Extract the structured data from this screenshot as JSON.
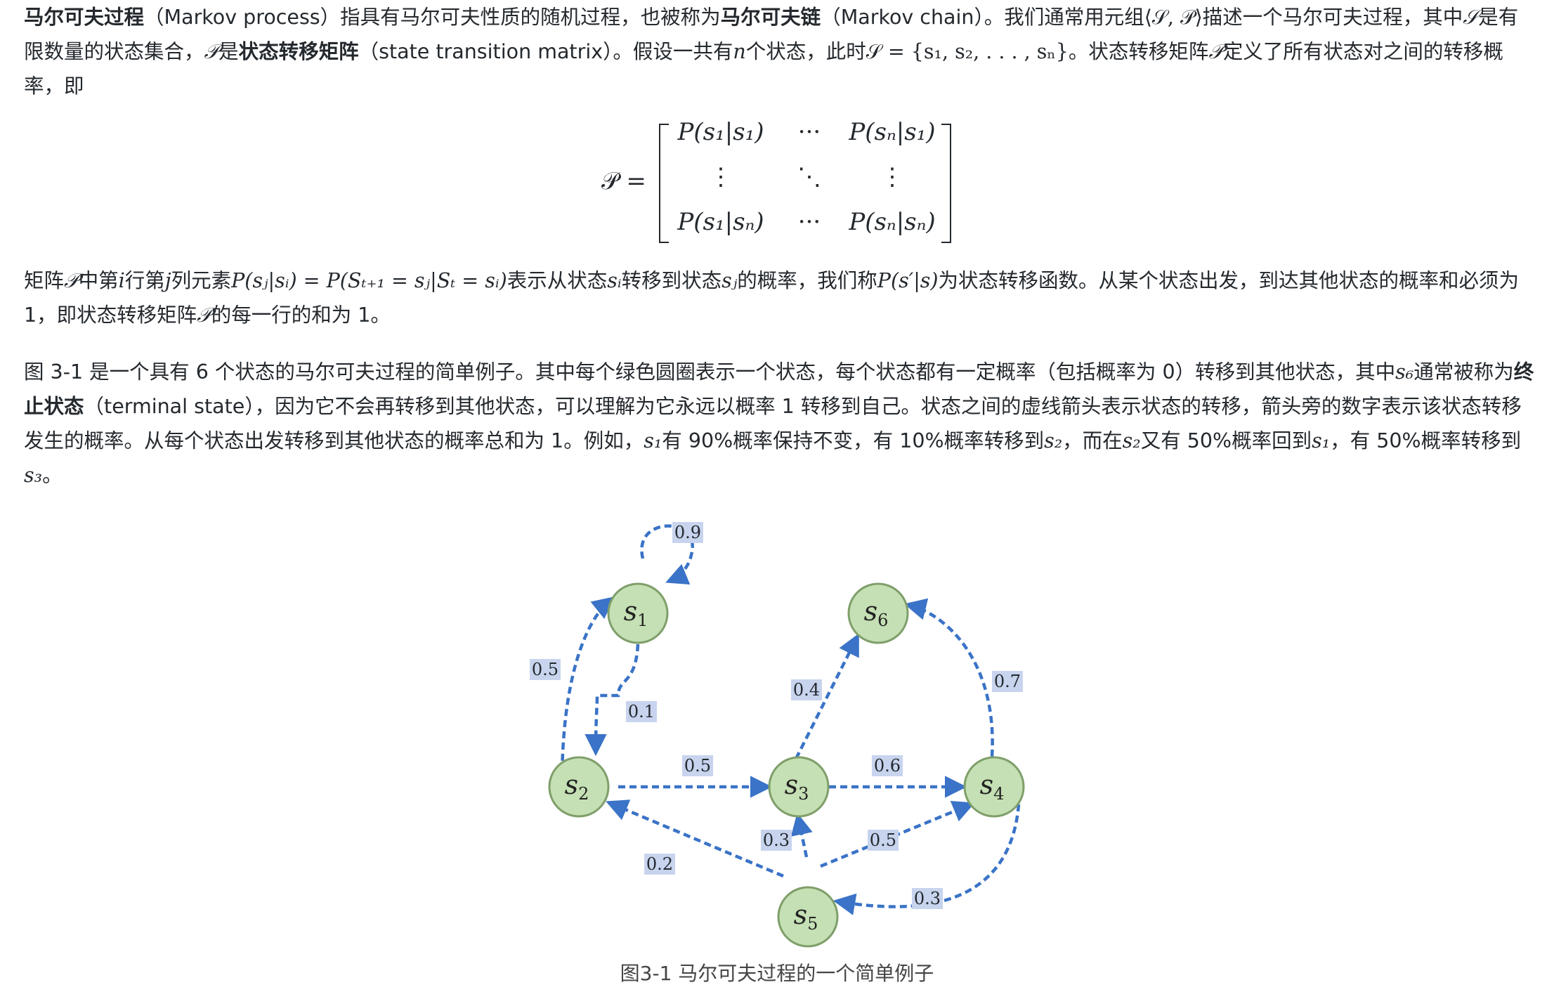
{
  "paragraph1": {
    "t1": "马尔可夫过程",
    "t2": "（Markov process）指具有马尔可夫性质的随机过程，也被称为",
    "t3": "马尔可夫链",
    "t4": "（Markov chain）。我们通常用元组",
    "m1": "⟨𝒮, 𝒫⟩",
    "t5": "描述一个马尔可夫过程，其中",
    "m2": "𝒮",
    "t6": "是有限数量的状态集合，",
    "m3": "𝒫",
    "t7": "是",
    "t8": "状态转移矩阵",
    "t9": "（state transition matrix）。假设一共有",
    "m4": "n",
    "t10": "个状态，此时",
    "m5": "𝒮 = {s₁, s₂, . . . , sₙ}",
    "t11": "。状态转移矩阵",
    "m6": "𝒫",
    "t12": "定义了所有状态对之间的转移概率，即"
  },
  "matrix": {
    "lhs": "𝒫 =",
    "cells": [
      "P(s₁|s₁)",
      "···",
      "P(sₙ|s₁)",
      "⋮",
      "⋱",
      "⋮",
      "P(s₁|sₙ)",
      "···",
      "P(sₙ|sₙ)"
    ]
  },
  "paragraph2": {
    "t1": "矩阵",
    "m1": "𝒫",
    "t2": "中第",
    "m2": "i",
    "t3": "行第",
    "m3": "j",
    "t4": "列元素",
    "m4": "P(sⱼ|sᵢ) = P(Sₜ₊₁ = sⱼ|Sₜ = sᵢ)",
    "t5": "表示从状态",
    "m5": "sᵢ",
    "t6": "转移到状态",
    "m6": "sⱼ",
    "t7": "的概率，我们称",
    "m7": "P(s′|s)",
    "t8": "为状态转移函数。从某个状态出发，到达其他状态的概率和必须为 1，即状态转移矩阵",
    "m8": "𝒫",
    "t9": "的每一行的和为 1。"
  },
  "paragraph3": {
    "t1": "图 3-1 是一个具有 6 个状态的马尔可夫过程的简单例子。其中每个绿色圆圈表示一个状态，每个状态都有一定概率（包括概率为 0）转移到其他状态，其中",
    "m1": "s₆",
    "t2": "通常被称为",
    "t3": "终止状态",
    "t4": "（terminal state），因为它不会再转移到其他状态，可以理解为它永远以概率 1 转移到自己。状态之间的虚线箭头表示状态的转移，箭头旁的数字表示该状态转移发生的概率。从每个状态出发转移到其他状态的概率总和为 1。例如，",
    "m2": "s₁",
    "t5": "有 90%概率保持不变，有 10%概率转移到",
    "m3": "s₂",
    "t6": "，而在",
    "m4": "s₂",
    "t7": "又有 50%概率回到",
    "m5": "s₁",
    "t8": "，有 50%概率转移到",
    "m6": "s₃",
    "t9": "。"
  },
  "diagram": {
    "node_color": "#c5e0b4",
    "node_stroke": "#7f9f6a",
    "arrow_color": "#3a73c7",
    "label_bg": "#c8d4ee",
    "nodes": [
      {
        "id": "s1",
        "main": "s",
        "sub": "1"
      },
      {
        "id": "s2",
        "main": "s",
        "sub": "2"
      },
      {
        "id": "s3",
        "main": "s",
        "sub": "3"
      },
      {
        "id": "s4",
        "main": "s",
        "sub": "4"
      },
      {
        "id": "s5",
        "main": "s",
        "sub": "5"
      },
      {
        "id": "s6",
        "main": "s",
        "sub": "6"
      }
    ],
    "edges": [
      {
        "from": "s1",
        "to": "s1",
        "label": "0.9"
      },
      {
        "from": "s1",
        "to": "s2",
        "label": "0.1"
      },
      {
        "from": "s2",
        "to": "s1",
        "label": "0.5"
      },
      {
        "from": "s2",
        "to": "s3",
        "label": "0.5"
      },
      {
        "from": "s3",
        "to": "s4",
        "label": "0.6"
      },
      {
        "from": "s3",
        "to": "s6",
        "label": "0.4"
      },
      {
        "from": "s4",
        "to": "s6",
        "label": "0.7"
      },
      {
        "from": "s4",
        "to": "s5",
        "label": "0.3"
      },
      {
        "from": "s5",
        "to": "s2",
        "label": "0.2"
      },
      {
        "from": "s5",
        "to": "s3",
        "label": "0.3"
      },
      {
        "from": "s5",
        "to": "s4",
        "label": "0.5"
      }
    ]
  },
  "caption": "图3-1 马尔可夫过程的一个简单例子"
}
